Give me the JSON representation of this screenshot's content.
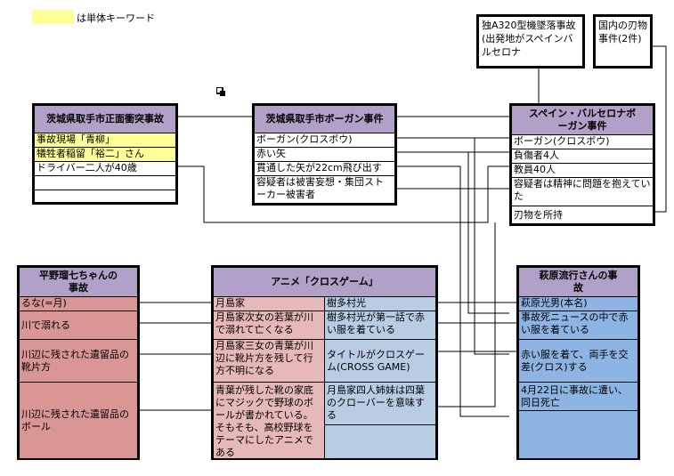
{
  "legend": {
    "label": "は単体キーワード",
    "swatch_color": "#ffff99"
  },
  "colors": {
    "header": "#b1a0c7",
    "keyword_yellow": "#ffff99",
    "pink": "#da9694",
    "light_pink": "#e6b8b7",
    "light_blue": "#b8cce4",
    "blue": "#8db4e2"
  },
  "boxes": {
    "toride_collision": {
      "title": "茨城県取手市正面衝突事故",
      "rows": [
        "事故現場「青柳」",
        "犠牲者稲留「裕二」さん",
        "ドライバー二人が40歳",
        "",
        ""
      ]
    },
    "toride_bowgun": {
      "title": "茨城県取手市ボーガン事件",
      "rows": [
        "ボーガン(クロスボウ)",
        "赤い矢",
        "貫通した矢が22cm飛び出す",
        "容疑者は被害妄想・集団ストーカー被害者"
      ]
    },
    "a320_crash": {
      "text": "独A320型機墜落事故(出発地がスペインバルセロナ"
    },
    "domestic_blade": {
      "text": "国内の刃物事件(2件)"
    },
    "barcelona_bowgun": {
      "title": "スペイン・バルセロナボーガン事件",
      "rows": [
        "ボーガン(クロスボウ)",
        "負傷者4人",
        "教員40人",
        "容疑者は精神に問題を抱えていた",
        "刃物を所持"
      ]
    },
    "hirano_runa": {
      "title": "平野瑠七ちゃんの事故",
      "rows": [
        "るな(=月)",
        "川で溺れる",
        "川辺に残された遺留品の靴片方",
        "川辺に残された遺留品のボール"
      ]
    },
    "cross_game": {
      "title": "アニメ「クロスゲーム」",
      "left_rows": [
        "月島家",
        "月島家次女の若葉が川で溺れて亡くなる",
        "月島家三女の青葉が川辺に靴片方を残して行方不明になる",
        "青葉が残した靴の家底にマジックで野球のボールが書かれている。そもそも、高校野球をテーマにしたアニメである"
      ],
      "right_rows": [
        "樹多村光",
        "樹多村光が第一話で赤い服を着ている",
        "タイトルがクロスゲーム(CROSS GAME)",
        "月島家四人姉妹は四葉のクローバーを意味する",
        ""
      ]
    },
    "hagiwara": {
      "title": "萩原流行さんの事故",
      "rows": [
        "萩原光男(本名)",
        "事故死ニュースの中で赤い服を着ている",
        "赤い服を着て、両手を交差(クロス)する",
        "4月22日に事故に遭い、同日死亡",
        ""
      ]
    }
  }
}
